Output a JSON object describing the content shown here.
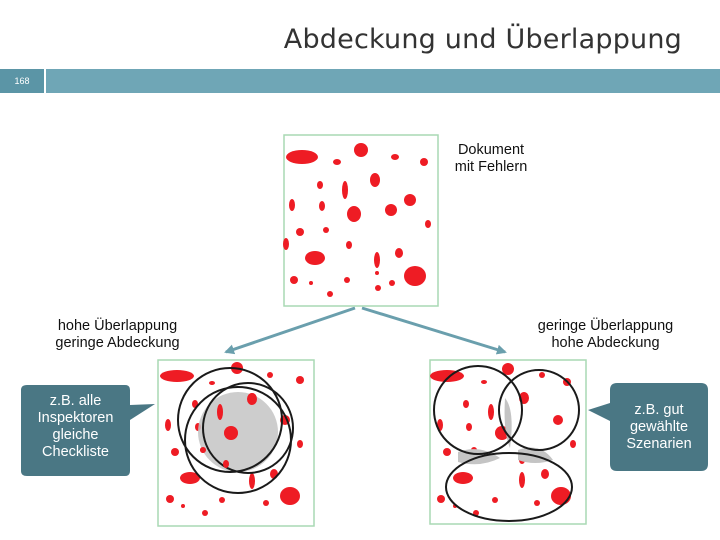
{
  "slide": {
    "title": "Abdeckung und Überlappung",
    "page_number": "168"
  },
  "labels": {
    "document": [
      "Dokument",
      "mit Fehlern"
    ],
    "left": [
      "hohe Überlappung",
      "geringe Abdeckung"
    ],
    "right": [
      "geringe Überlappung",
      "hohe Abdeckung"
    ]
  },
  "callouts": {
    "left": [
      "z.B. alle",
      "Inspektoren",
      "gleiche",
      "Checkliste"
    ],
    "right": [
      "z.B. gut",
      "gewählte",
      "Szenarien"
    ]
  },
  "colors": {
    "defect": "#ee1c24",
    "callout": "#4a7784",
    "arrow": "#6a9fad",
    "overlap": "#c4c4c4",
    "panel_border": "#a9d9b4",
    "header_bar": "#6fa6b6"
  }
}
